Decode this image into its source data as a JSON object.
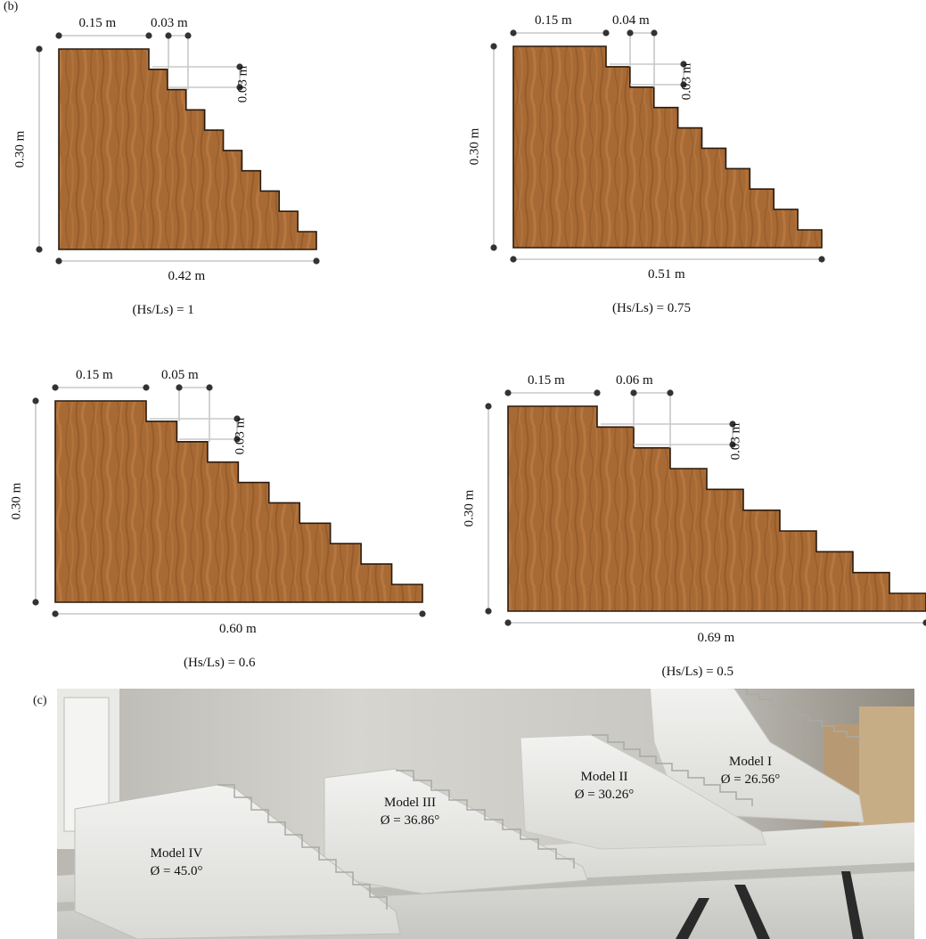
{
  "panel_b_label": "(b)",
  "panel_c_label": "(c)",
  "stair_models": [
    {
      "top_width": "0.15 m",
      "tread": "0.03 m",
      "riser": "0.03 m",
      "height": "0.30 m",
      "base_length": "0.42 m",
      "ratio": "(Hs/Ls) = 1"
    },
    {
      "top_width": "0.15 m",
      "tread": "0.04 m",
      "riser": "0.03 m",
      "height": "0.30 m",
      "base_length": "0.51 m",
      "ratio": "(Hs/Ls) = 0.75"
    },
    {
      "top_width": "0.15 m",
      "tread": "0.05 m",
      "riser": "0.03 m",
      "height": "0.30 m",
      "base_length": "0.60 m",
      "ratio": "(Hs/Ls) = 0.6"
    },
    {
      "top_width": "0.15 m",
      "tread": "0.06 m",
      "riser": "0.03 m",
      "height": "0.30 m",
      "base_length": "0.69 m",
      "ratio": "(Hs/Ls) = 0.5"
    }
  ],
  "photo_models": [
    {
      "name": "Model IV",
      "angle": "Ø = 45.0°"
    },
    {
      "name": "Model III",
      "angle": "Ø = 36.86°"
    },
    {
      "name": "Model II",
      "angle": "Ø = 30.26°"
    },
    {
      "name": "Model I",
      "angle": "Ø = 26.56°"
    }
  ],
  "colors": {
    "wood": "#a86a35",
    "wood_dark": "#7f4a1f",
    "wood_light": "#c4884d",
    "dimension_line": "#c8c8c8",
    "dimension_dot": "#333333"
  }
}
